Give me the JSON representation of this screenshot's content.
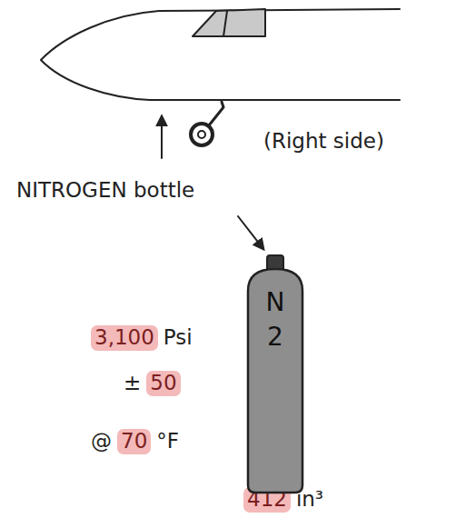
{
  "diagram": {
    "nodes": [
      {
        "text": [
          "N 2"
        ]
      }
    ],
    "labels": [
      "NITROGEN bottle",
      "(Right side)",
      "3,100",
      "Psi",
      "±",
      "50",
      "@",
      "70",
      "°F",
      "412",
      "in³"
    ]
  }
}
